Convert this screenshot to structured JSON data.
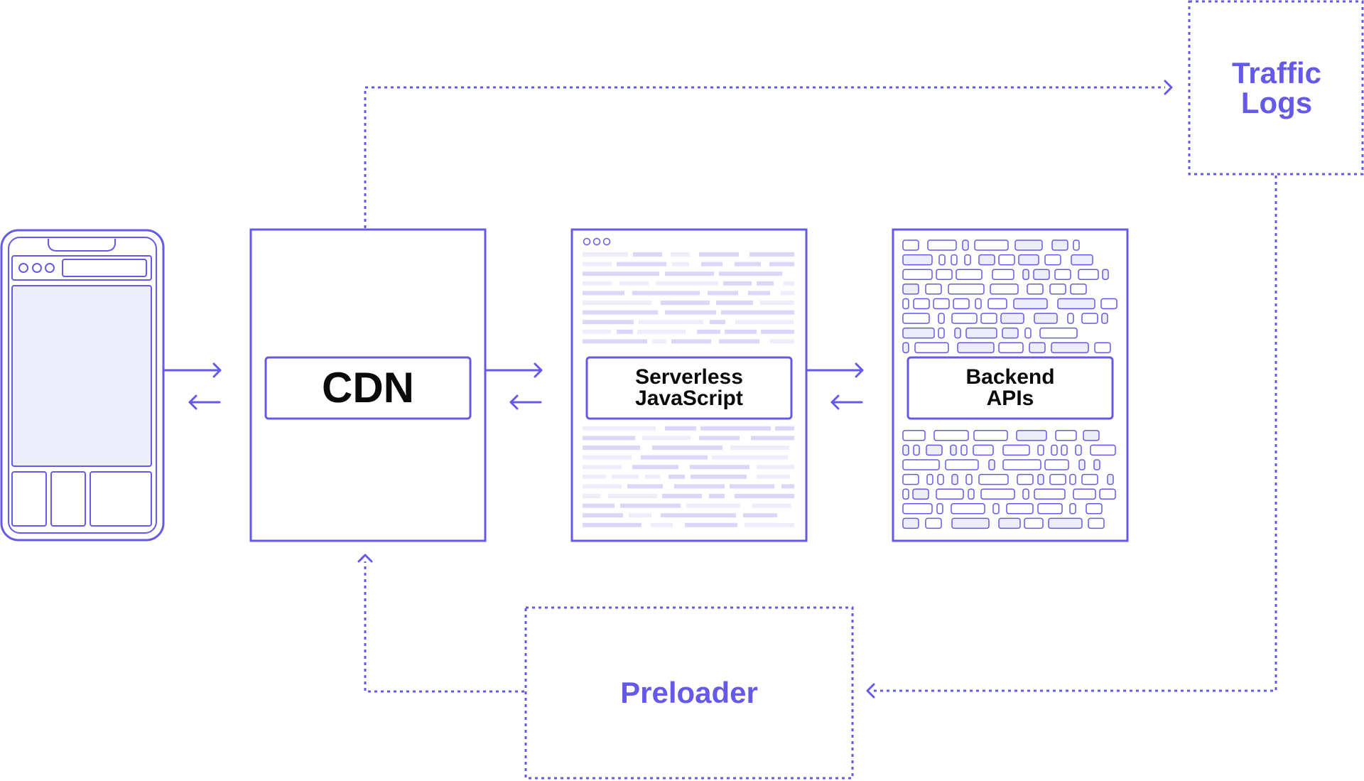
{
  "colors": {
    "accent": "#6559E9",
    "light_fill": "#EEEDFC",
    "line_fill": "#DAD7F8",
    "text_dark": "#0a0a0a"
  },
  "nodes": {
    "cdn": {
      "label": "CDN"
    },
    "serverless": {
      "label": "Serverless\nJavaScript"
    },
    "backend": {
      "label": "Backend\nAPIs"
    },
    "traffic_logs": {
      "label": "Traffic\nLogs"
    },
    "preloader": {
      "label": "Preloader"
    }
  },
  "edges": [
    {
      "from": "client",
      "to": "cdn",
      "style": "solid",
      "bidirectional": true
    },
    {
      "from": "cdn",
      "to": "serverless",
      "style": "solid",
      "bidirectional": true
    },
    {
      "from": "serverless",
      "to": "backend",
      "style": "solid",
      "bidirectional": true
    },
    {
      "from": "cdn",
      "to": "traffic_logs",
      "style": "dotted"
    },
    {
      "from": "traffic_logs",
      "to": "preloader",
      "style": "dotted"
    },
    {
      "from": "preloader",
      "to": "cdn",
      "style": "dotted"
    }
  ]
}
